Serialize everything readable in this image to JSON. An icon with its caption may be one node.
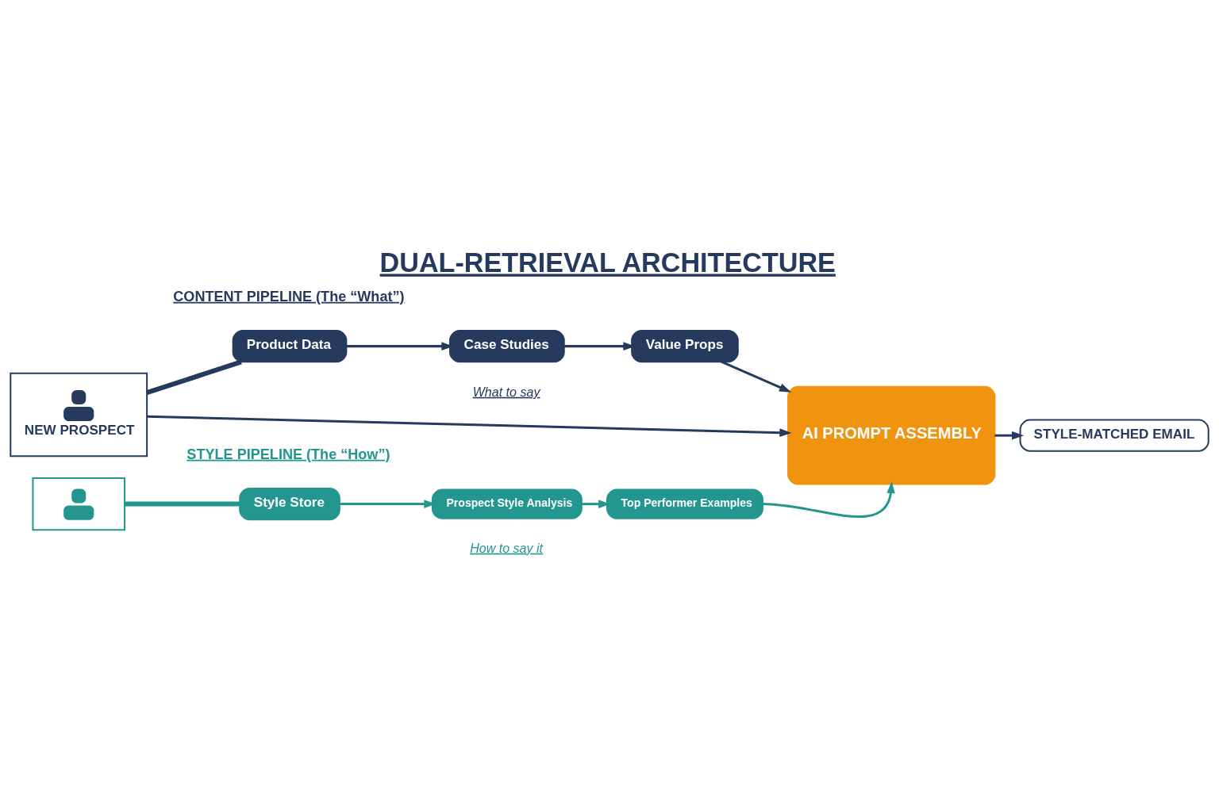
{
  "diagram": {
    "title": "DUAL-RETRIEVAL ARCHITECTURE",
    "nodes": [
      {
        "text": [
          "NEW PROSPECT"
        ]
      },
      {
        "text": [
          "Product Data"
        ]
      },
      {
        "text": [
          "Case Studies"
        ]
      },
      {
        "text": [
          "Value Props"
        ]
      },
      {
        "text": [
          "AI PROMPT ASSEMBLY"
        ]
      },
      {
        "text": [
          "STYLE-MATCHED EMAIL"
        ]
      },
      {
        "text": [],
        "shape": "person"
      },
      {
        "text": [
          "Style Store"
        ]
      },
      {
        "text": [
          "Prospect Style Analysis"
        ]
      },
      {
        "text": [
          "Top Performer Examples"
        ]
      }
    ],
    "edges": [
      {
        "from": 0,
        "to": 1,
        "arrow": "none",
        "style": "thick"
      },
      {
        "from": 1,
        "to": 2,
        "arrow": "to"
      },
      {
        "from": 2,
        "to": 3,
        "arrow": "to"
      },
      {
        "from": 3,
        "to": 4,
        "arrow": "to"
      },
      {
        "from": 0,
        "to": 4,
        "arrow": "to"
      },
      {
        "from": 4,
        "to": 5,
        "arrow": "to"
      },
      {
        "from": 6,
        "to": 7,
        "arrow": "none",
        "style": "thick",
        "color": "#22968f"
      },
      {
        "from": 7,
        "to": 8,
        "arrow": "to",
        "color": "#22968f"
      },
      {
        "from": 8,
        "to": 9,
        "arrow": "to",
        "color": "#22968f"
      },
      {
        "from": 9,
        "to": 4,
        "arrow": "to",
        "color": "#22968f"
      }
    ],
    "labels": [
      "CONTENT PIPELINE (The “What”)",
      "What to say",
      "STYLE PIPELINE (The “How”)",
      "How to say it"
    ]
  }
}
